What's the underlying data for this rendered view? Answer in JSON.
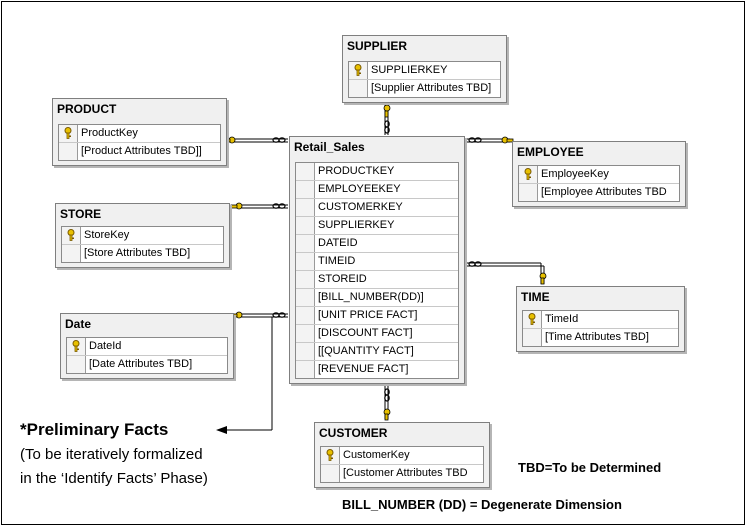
{
  "tables": {
    "supplier": {
      "title": "SUPPLIER",
      "rows": [
        {
          "text": "SUPPLIERKEY",
          "key": true
        },
        {
          "text": "[Supplier Attributes TBD]",
          "key": false
        }
      ]
    },
    "product": {
      "title": "PRODUCT",
      "rows": [
        {
          "text": "ProductKey",
          "key": true
        },
        {
          "text": "[Product Attributes TBD]]",
          "key": false
        }
      ]
    },
    "retail_sales": {
      "title": "Retail_Sales",
      "rows": [
        {
          "text": "PRODUCTKEY",
          "key": false
        },
        {
          "text": "EMPLOYEEKEY",
          "key": false
        },
        {
          "text": "CUSTOMERKEY",
          "key": false
        },
        {
          "text": "SUPPLIERKEY",
          "key": false
        },
        {
          "text": "DATEID",
          "key": false
        },
        {
          "text": "TIMEID",
          "key": false
        },
        {
          "text": "STOREID",
          "key": false
        },
        {
          "text": "[BILL_NUMBER(DD)]",
          "key": false
        },
        {
          "text": "[UNIT PRICE FACT]",
          "key": false
        },
        {
          "text": "[DISCOUNT FACT]",
          "key": false
        },
        {
          "text": "[[QUANTITY FACT]",
          "key": false
        },
        {
          "text": "[REVENUE FACT]",
          "key": false
        }
      ]
    },
    "employee": {
      "title": "EMPLOYEE",
      "rows": [
        {
          "text": "EmployeeKey",
          "key": true
        },
        {
          "text": "[Employee Attributes TBD",
          "key": false
        }
      ]
    },
    "store": {
      "title": "STORE",
      "rows": [
        {
          "text": "StoreKey",
          "key": true
        },
        {
          "text": "[Store Attributes TBD]",
          "key": false
        }
      ]
    },
    "time": {
      "title": "TIME",
      "rows": [
        {
          "text": "TimeId",
          "key": true
        },
        {
          "text": "[Time Attributes TBD]",
          "key": false
        }
      ]
    },
    "date": {
      "title": "Date",
      "rows": [
        {
          "text": "DateId",
          "key": true
        },
        {
          "text": "[Date Attributes TBD]",
          "key": false
        }
      ]
    },
    "customer": {
      "title": "CUSTOMER",
      "rows": [
        {
          "text": "CustomerKey",
          "key": true
        },
        {
          "text": "[Customer Attributes TBD",
          "key": false
        }
      ]
    }
  },
  "annotations": {
    "preliminary_facts": "*Preliminary Facts",
    "note_line1": "(To be iteratively formalized",
    "note_line2": "in the ‘Identify Facts’ Phase)",
    "tbd": "TBD=To be Determined",
    "dd": "BILL_NUMBER (DD) = Degenerate Dimension"
  },
  "colors": {
    "key_gold": "#e8c000",
    "border": "#7f7f7f",
    "header_bg": "#f0f0f0"
  }
}
